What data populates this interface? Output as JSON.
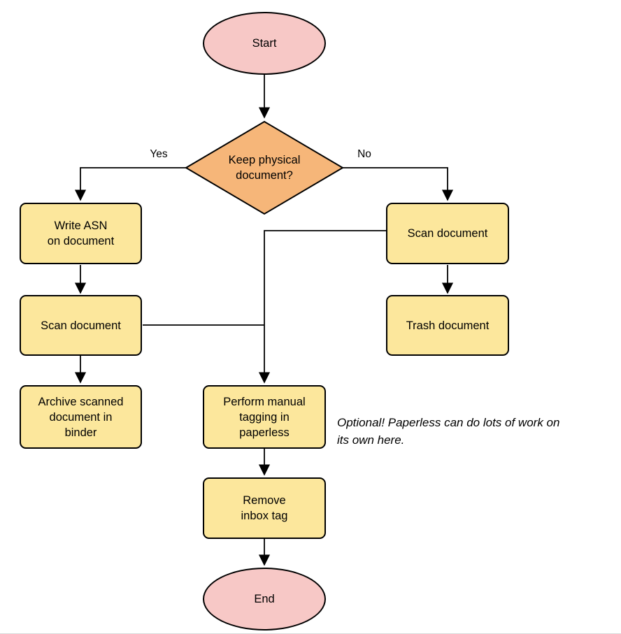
{
  "diagram": {
    "type": "flowchart",
    "nodes": {
      "start": {
        "shape": "ellipse",
        "label": "Start"
      },
      "decision": {
        "shape": "diamond",
        "label": "Keep physical\ndocument?"
      },
      "write_asn": {
        "shape": "process",
        "label": "Write ASN\non document"
      },
      "scan_left": {
        "shape": "process",
        "label": "Scan document"
      },
      "archive": {
        "shape": "process",
        "label": "Archive scanned\ndocument in\nbinder"
      },
      "scan_right": {
        "shape": "process",
        "label": "Scan document"
      },
      "trash": {
        "shape": "process",
        "label": "Trash document"
      },
      "tagging": {
        "shape": "process",
        "label": "Perform manual\ntagging in\npaperless"
      },
      "remove_inbox": {
        "shape": "process",
        "label": "Remove\ninbox tag"
      },
      "end": {
        "shape": "ellipse",
        "label": "End"
      }
    },
    "edge_labels": {
      "yes": "Yes",
      "no": "No"
    },
    "edges": [
      {
        "from": "start",
        "to": "decision"
      },
      {
        "from": "decision",
        "to": "write_asn",
        "label": "Yes"
      },
      {
        "from": "decision",
        "to": "scan_right",
        "label": "No"
      },
      {
        "from": "write_asn",
        "to": "scan_left"
      },
      {
        "from": "scan_left",
        "to": "archive"
      },
      {
        "from": "scan_left",
        "to": "tagging"
      },
      {
        "from": "scan_right",
        "to": "trash"
      },
      {
        "from": "scan_right",
        "to": "tagging"
      },
      {
        "from": "tagging",
        "to": "remove_inbox"
      },
      {
        "from": "remove_inbox",
        "to": "end"
      }
    ],
    "note": "Optional! Paperless can do lots of work on\nits own here.",
    "colors": {
      "pink": "#f7c8c6",
      "orange": "#f6b679",
      "yellow": "#fce79c",
      "stroke": "#000000"
    }
  }
}
